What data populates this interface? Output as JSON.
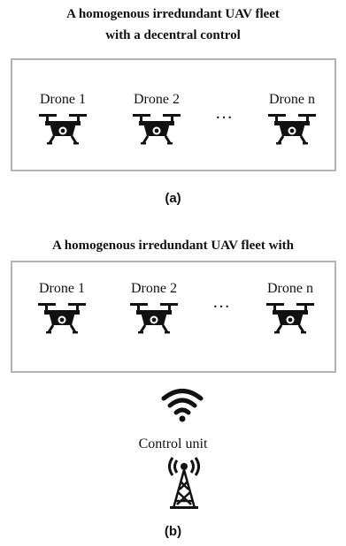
{
  "panel_a": {
    "title_line1": "A homogenous irredundant UAV fleet",
    "title_line2": "with a decentral control",
    "drones": [
      "Drone 1",
      "Drone 2",
      "Drone n"
    ],
    "ellipsis": "…",
    "label": "(a)"
  },
  "panel_b": {
    "title_line1": "A homogenous irredundant UAV fleet with",
    "drones": [
      "Drone 1",
      "Drone 2",
      "Drone n"
    ],
    "ellipsis": "…",
    "control_label": "Control unit",
    "label": "(b)"
  },
  "icons": {
    "drone": "drone-icon",
    "wifi": "wifi-icon",
    "tower": "radio-tower-icon"
  }
}
